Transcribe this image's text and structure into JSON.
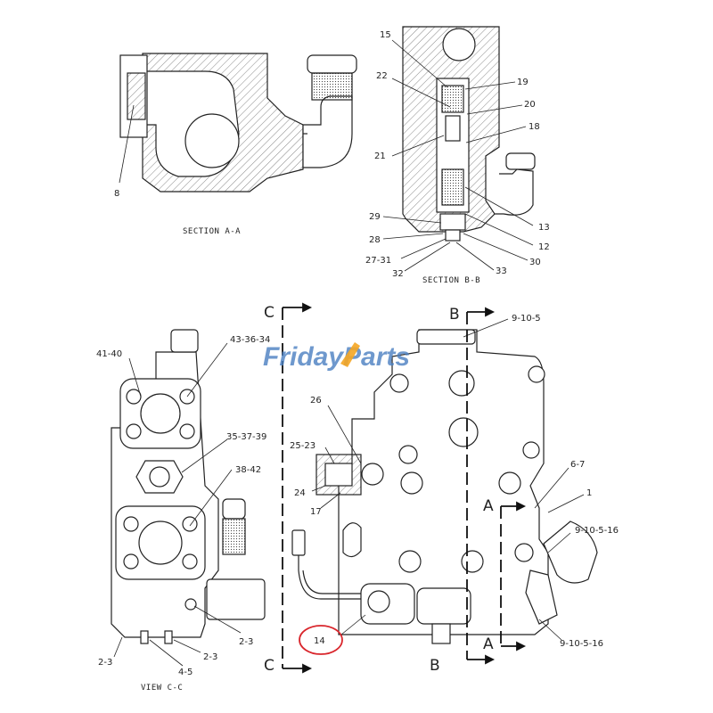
{
  "watermark": {
    "part1": "Friday",
    "part2": "Parts",
    "color_main": "#4a7fc1",
    "color_accent": "#f5a623"
  },
  "sections": {
    "a": "SECTION A-A",
    "b": "SECTION B-B",
    "c": "VIEW C-C"
  },
  "cut_letters": {
    "c_top": "C",
    "c_bottom": "C",
    "b_top": "B",
    "b_bottom": "B",
    "a_top": "A",
    "a_bottom": "A"
  },
  "callouts": {
    "sa_8": "8",
    "sb_15": "15",
    "sb_22": "22",
    "sb_19": "19",
    "sb_20": "20",
    "sb_18": "18",
    "sb_21": "21",
    "sb_13": "13",
    "sb_29": "29",
    "sb_28": "28",
    "sb_12": "12",
    "sb_27_31": "27-31",
    "sb_30": "30",
    "sb_32": "32",
    "sb_33": "33",
    "vc_41_40": "41-40",
    "vc_43_36_34": "43-36-34",
    "vc_35_37_39": "35-37-39",
    "vc_38_42": "38-42",
    "vc_2_3a": "2-3",
    "vc_2_3b": "2-3",
    "vc_2_3c": "2-3",
    "vc_4_5": "4-5",
    "m_9_10_5": "9-10-5",
    "m_26": "26",
    "m_25_23": "25-23",
    "m_24": "24",
    "m_17": "17",
    "m_6_7": "6-7",
    "m_1": "1",
    "m_9_10_5_16a": "9-10-5-16",
    "m_9_10_5_16b": "9-10-5-16",
    "m_14": "14"
  },
  "highlight_color": "#d9262c"
}
